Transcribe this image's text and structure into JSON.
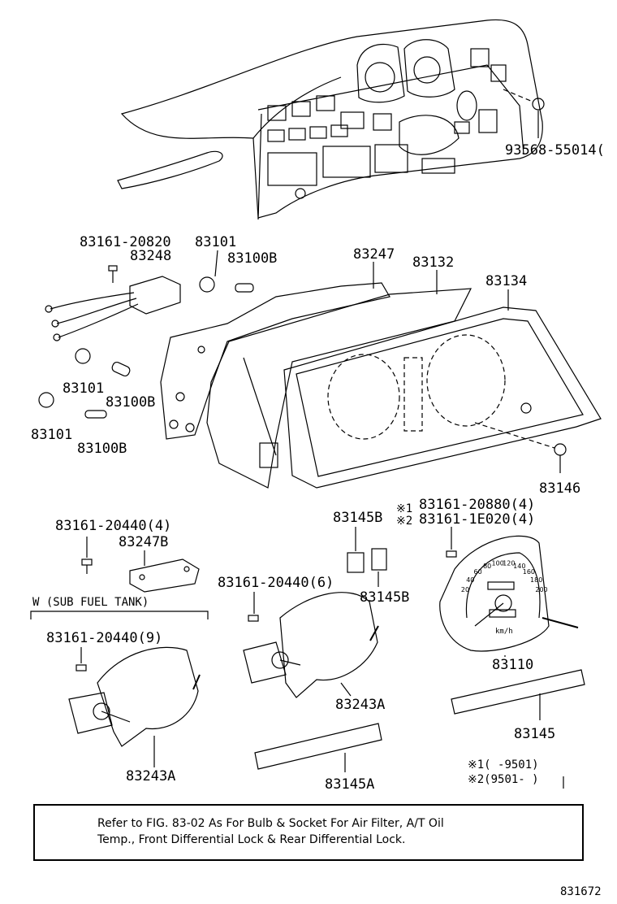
{
  "labels": {
    "p93568": "93568-55014(",
    "p83161_20820": "83161-20820",
    "p83248": "83248",
    "p83101_a": "83101",
    "p83100B_a": "83100B",
    "p83247": "83247",
    "p83132": "83132",
    "p83134": "83134",
    "p83101_b": "83101",
    "p83100B_b": "83100B",
    "p83101_c": "83101",
    "p83100B_c": "83100B",
    "p83146": "83146",
    "p83161_20440_4": "83161-20440(4)",
    "p83247B": "83247B",
    "p83145B_top": "83145B",
    "mark1": "※1",
    "mark2": "※2",
    "p83161_20880": "83161-20880(4)",
    "p83161_1E020": "83161-1E020(4)",
    "p83161_20440_6": "83161-20440(6)",
    "p83145B_bot": "83145B",
    "w_sub_fuel": "W (SUB FUEL TANK)",
    "p83161_20440_9": "83161-20440(9)",
    "p83110": "83110",
    "p83243A_right": "83243A",
    "p83145": "83145",
    "p83243A_left": "83243A",
    "p83145A": "83145A",
    "legend1": "※1(    -9501)",
    "legend2": "※2(9501-    )",
    "note_line1": "Refer to FIG. 83-02 As For Bulb & Socket For Air Filter, A/T Oil",
    "note_line2": "Temp., Front Differential Lock & Rear Differential Lock.",
    "figure_id": "831672"
  },
  "gauge_ticks": [
    "20",
    "40",
    "60",
    "80",
    "100",
    "120",
    "140",
    "160",
    "180",
    "200"
  ],
  "gauge_unit": "km/h",
  "colors": {
    "ink": "#000000",
    "paper": "#ffffff"
  }
}
